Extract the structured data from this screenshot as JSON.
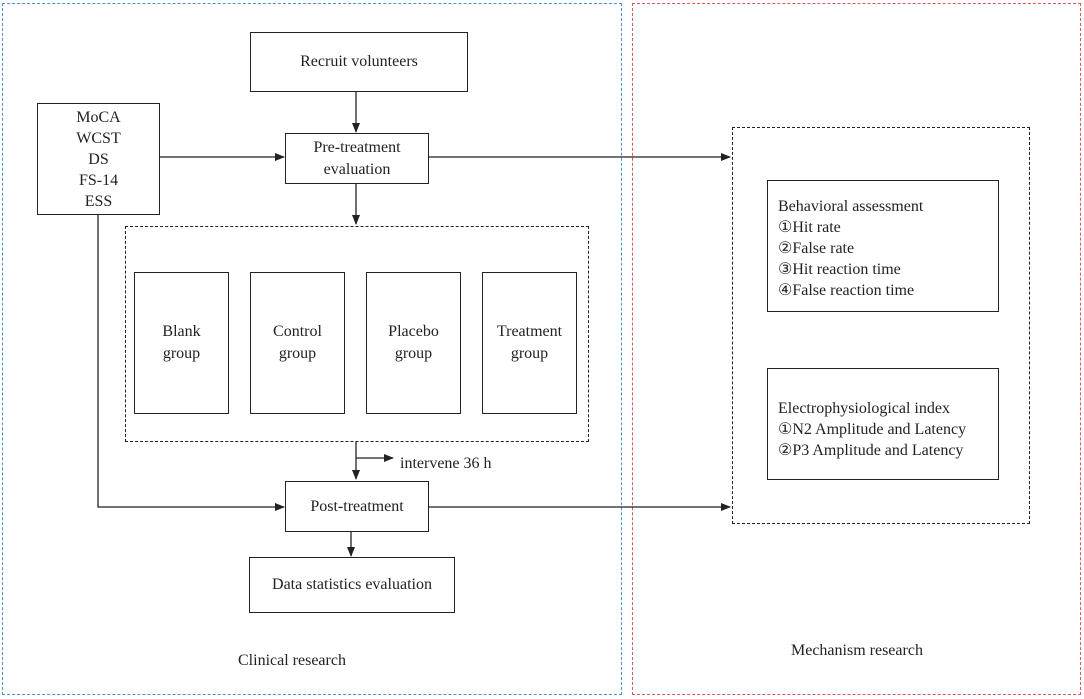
{
  "regions": {
    "clinical": "Clinical research",
    "mechanism": "Mechanism research"
  },
  "nodes": {
    "recruit": "Recruit volunteers",
    "pretreatment": [
      "Pre-treatment",
      "evaluation"
    ],
    "scales": [
      "MoCA",
      "WCST",
      "DS",
      "FS-14",
      "ESS"
    ],
    "groups": [
      [
        "Blank",
        "group"
      ],
      [
        "Control",
        "group"
      ],
      [
        "Placebo",
        "group"
      ],
      [
        "Treatment",
        "group"
      ]
    ],
    "intervene": "intervene 36 h",
    "posttreatment": "Post-treatment",
    "statistics": "Data statistics evaluation",
    "behavioral": [
      "Behavioral assessment",
      "①Hit rate",
      "②False rate",
      "③Hit reaction time",
      "④False reaction time"
    ],
    "electro": [
      "Electrophysiological index",
      "①N2 Amplitude and Latency",
      "②P3 Amplitude and Latency"
    ]
  }
}
